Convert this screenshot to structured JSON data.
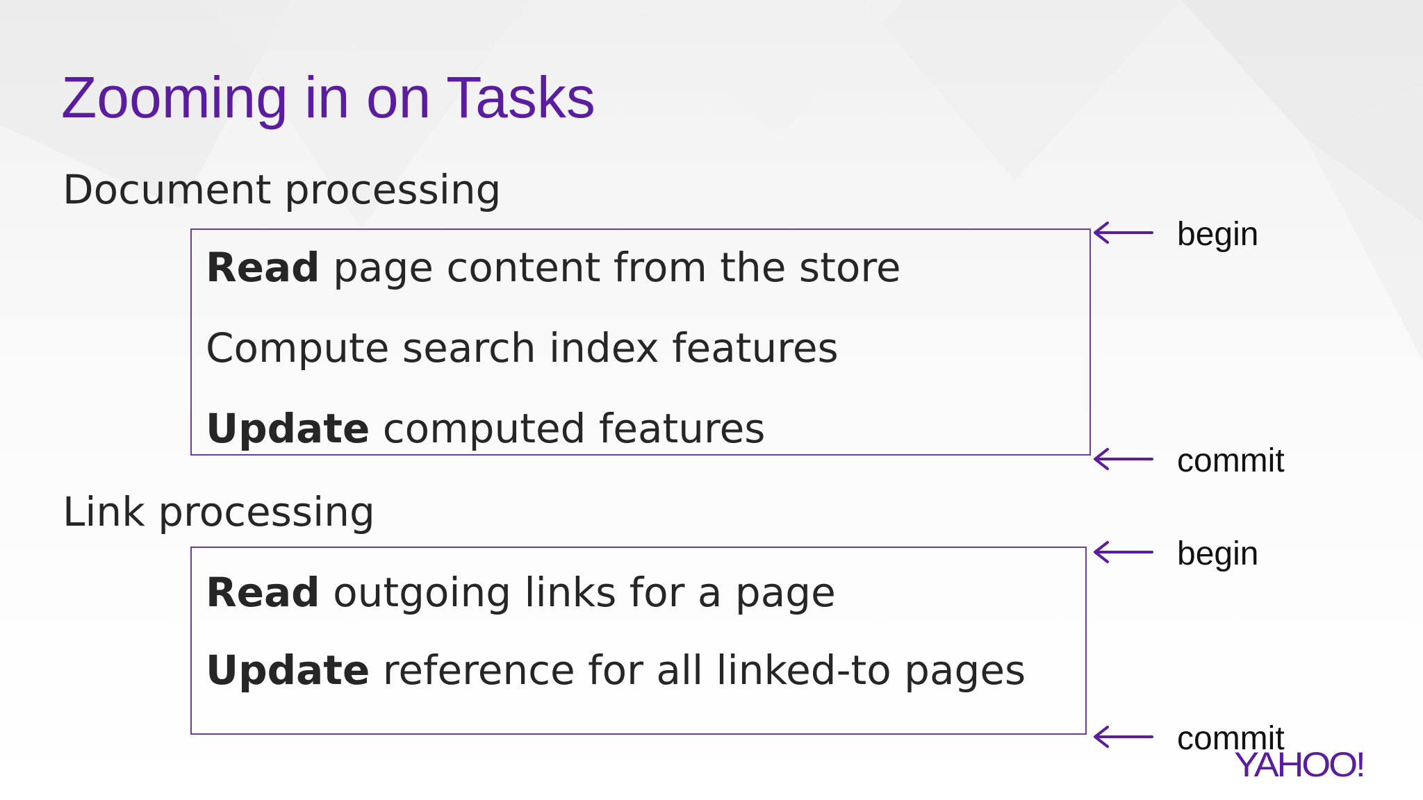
{
  "slide": {
    "title": "Zooming in on Tasks",
    "sections": [
      {
        "heading": "Document processing",
        "tasks": [
          {
            "verb": "Read",
            "rest": " page content from the store"
          },
          {
            "verb": "",
            "rest": "Compute search index features"
          },
          {
            "verb": "Update",
            "rest": " computed features"
          }
        ],
        "begin_label": "begin",
        "commit_label": "commit"
      },
      {
        "heading": "Link processing",
        "tasks": [
          {
            "verb": "Read",
            "rest": " outgoing links for a page"
          },
          {
            "verb": "Update",
            "rest": " reference for all linked-to pages"
          }
        ],
        "begin_label": "begin",
        "commit_label": "commit"
      }
    ],
    "logo": "YAHOO!",
    "colors": {
      "accent": "#5a1d9e",
      "box_border": "#6a3aae",
      "text": "#262626"
    },
    "icons": {
      "marker": "arrow-left-icon"
    }
  }
}
